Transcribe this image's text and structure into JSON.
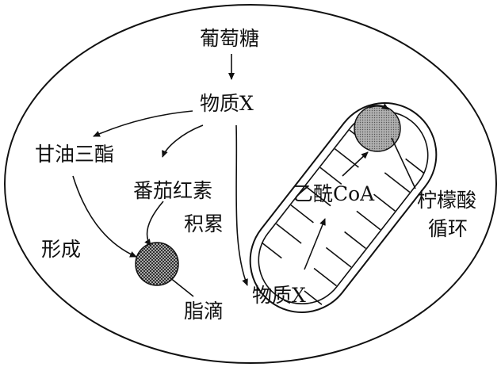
{
  "labels": {
    "glucose": "葡萄糖",
    "substance_x_top": "物质X",
    "triglyceride": "甘油三酯",
    "lycopene": "番茄红素",
    "accumulate": "积累",
    "formation": "形成",
    "lipid_droplet": "脂滴",
    "acetyl_coa": "乙酰CoA",
    "citric_acid": "柠檬酸",
    "cycle": "循环",
    "substance_x_mito": "物质X"
  },
  "colors": {
    "stroke": "#111111",
    "nucleus_fill": "#9a9a9a",
    "droplet_fill": "#6e6e6e",
    "background": "#ffffff"
  }
}
